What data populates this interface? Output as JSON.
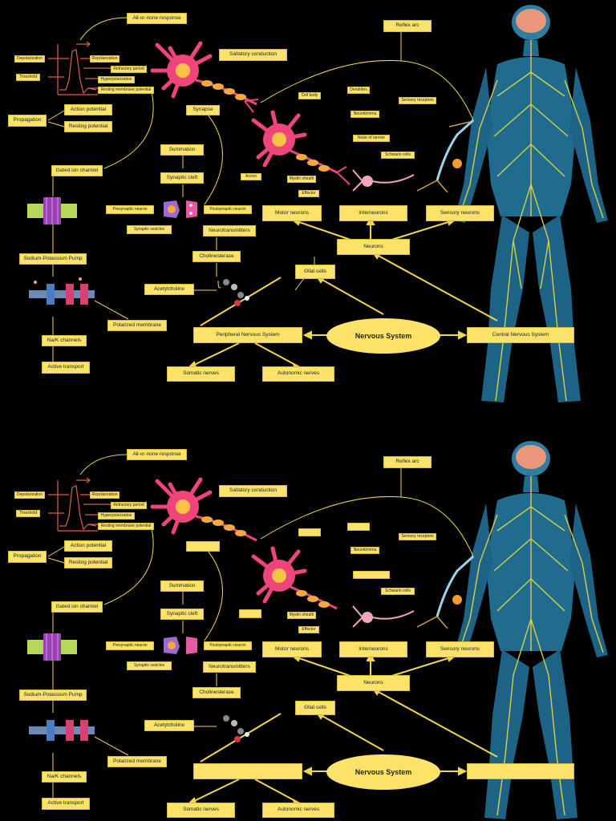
{
  "top": {
    "all_or_none": "All-or-none response",
    "depolarization": "Depolarization",
    "repolarization": "Repolarization",
    "refractory": "Refractory period",
    "threshold": "Threshold",
    "hyperpolarization": "Hyperpolarization",
    "resting_membrane": "Resting membrane potential",
    "saltatory": "Saltatory conduction",
    "reflex_arc": "Reflex arc",
    "propagation": "Propagation",
    "action_potential": "Action potential",
    "resting_potential": "Resting potential",
    "synapse": "Synapse",
    "cell_body": "Cell body",
    "dendrites": "Dendrites",
    "sensory_receptors": "Sensory receptors",
    "neurolemma": "Neurolemma",
    "node_ranvier": "Node of ranvier",
    "schwann": "Schwann cells",
    "gated_ion": "Gated ion channel",
    "summation": "Summation",
    "synaptic_cleft": "Synaptic cleft",
    "axons": "Axons",
    "myelin": "Myelin sheath",
    "effector": "Effector",
    "presynaptic": "Presynaptic neuron",
    "postsynaptic": "Postsynaptic neuron",
    "motor_neurons": "Motor neurons",
    "interneurons": "Interneurons",
    "sensory_neurons": "Sensory neurons",
    "synaptic_vesicles": "Synaptic vesicles",
    "neurotransmitters": "Neurotransmitters",
    "neurons": "Neurons",
    "sodium_potassium": "Sodium-Potassium Pump",
    "cholinesterase": "Cholinesterase",
    "glial": "Glial cells",
    "acetylcholine": "Acetylcholine",
    "polarized": "Polarized membrane",
    "nervous_system": "Nervous System",
    "pns": "Peripheral Nervous System",
    "cns": "Central Nervous System",
    "nak": "Na/K channels",
    "somatic": "Somatic nerves",
    "autonomic": "Autonomic nerves",
    "active_transport": "Active transport"
  },
  "bottom": {
    "all_or_none": "All-or-none response",
    "depolarization": "Depolarization",
    "repolarization": "Repolarization",
    "refractory": "Refractory period",
    "threshold": "Threshold",
    "hyperpolarization": "Hyperpolarization",
    "resting_membrane": "Resting membrane potential",
    "saltatory": "Saltatory conduction",
    "reflex_arc": "Reflex arc",
    "propagation": "Propagation",
    "action_potential": "Action potential",
    "resting_potential": "Resting potential",
    "sensory_receptors": "Sensory receptors",
    "neurolemma": "Neurolemma",
    "schwann": "Schwann cells",
    "gated_ion": "Gated ion channel",
    "summation": "Summation",
    "synaptic_cleft": "Synaptic cleft",
    "myelin": "Myelin sheath",
    "effector": "Effector",
    "presynaptic": "Presynaptic neuron",
    "postsynaptic": "Postsynaptic neuron",
    "motor_neurons": "Motor neurons",
    "interneurons": "Interneurons",
    "sensory_neurons": "Sensory neurons",
    "synaptic_vesicles": "Synaptic vesicles",
    "neurotransmitters": "Neurotransmitters",
    "neurons": "Neurons",
    "sodium_potassium": "Sodium-Potassium Pump",
    "cholinesterase": "Cholinesterase",
    "glial": "Glial cells",
    "acetylcholine": "Acetylcholine",
    "polarized": "Polarized membrane",
    "nervous_system": "Nervous System",
    "nak": "Na/K channels",
    "somatic": "Somatic nerves",
    "autonomic": "Autonomic nerves",
    "active_transport": "Active transport"
  },
  "colors": {
    "label_fill": "#fbe36a",
    "line": "#f2d64b",
    "neuron_pink": "#f0457a",
    "body_blue": "#1f6c8f"
  }
}
